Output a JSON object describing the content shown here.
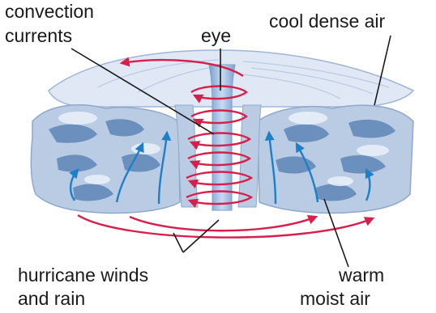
{
  "labels": {
    "convection_line1": "convection",
    "convection_line2": "currents",
    "eye": "eye",
    "cool_air": "cool dense air",
    "winds_line1": "hurricane winds",
    "winds_line2": "and rain",
    "warm_line1": "warm",
    "warm_line2": "moist air"
  },
  "colors": {
    "cloud_light": "#dfe8f4",
    "cloud_mid": "#b9cce4",
    "cloud_dark": "#5f86b8",
    "eye_column": "#8fb1d8",
    "arrow_red": "#d81e4a",
    "arrow_blue": "#1e7fc8",
    "leader_line": "#1a1a1a"
  }
}
